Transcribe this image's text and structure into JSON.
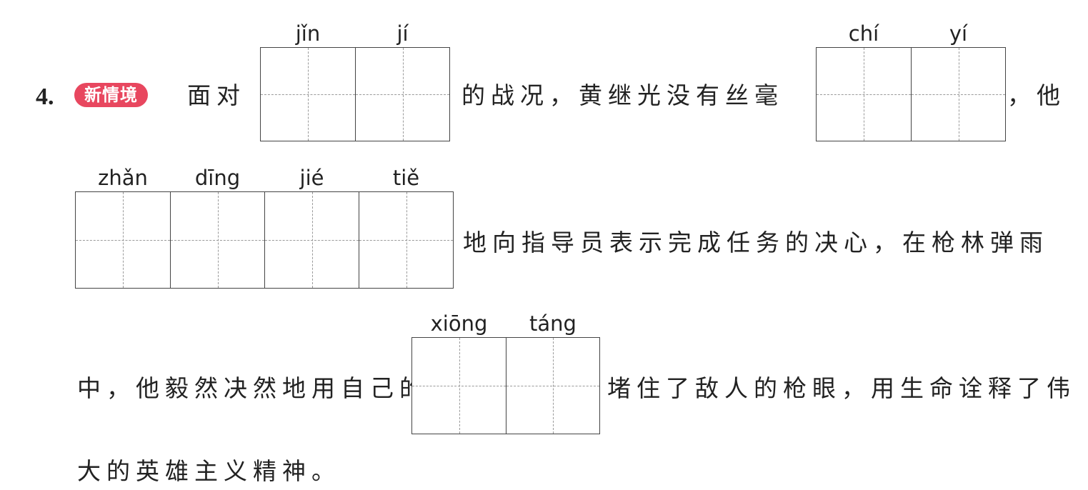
{
  "question": {
    "number": "4.",
    "badge": "新情境",
    "badge_color": "#e8475f",
    "text_segments": [
      "面对",
      "的战况，黄继光没有丝毫",
      "，他",
      "地向指导员表示完成任务的决心，在枪林弹雨",
      "中，他毅然决然地用自己的",
      "堵住了敌人的枪眼，用生命诠释了伟",
      "大的英雄主义精神。"
    ]
  },
  "blanks": [
    {
      "pinyin": [
        "jǐn",
        "jí"
      ]
    },
    {
      "pinyin": [
        "chí",
        "yí"
      ]
    },
    {
      "pinyin": [
        "zhǎn",
        "dīng",
        "jié",
        "tiě"
      ]
    },
    {
      "pinyin": [
        "xiōng",
        "táng"
      ]
    }
  ]
}
